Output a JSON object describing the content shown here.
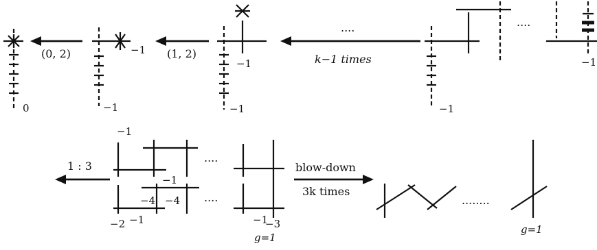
{
  "labels": {
    "stage1_bottom": "0",
    "arrow1": "(0, 2)",
    "stage2_right": "−1",
    "stage2_bottom": "−1",
    "arrow2": "(1, 2)",
    "stage3_right": "−1",
    "stage3_bottom": "−1",
    "dots_top": "....",
    "arrow3": "k−1 times",
    "stage4_bottom": "−1",
    "dots_stage4": "....",
    "stage4_right": "−1",
    "arrow4": "1 : 3",
    "grid_top": "−1",
    "grid_dots_top": "....",
    "grid_mid": "−1",
    "grid_m4a": "−4",
    "grid_m4b": "−4",
    "grid_dots_bottom": "....",
    "grid_m2": "−2",
    "grid_m1_bl": "−1",
    "grid_m1_br": "−1",
    "grid_m3": "−3",
    "grid_g": "g=1",
    "arrow5_top": "blow-down",
    "arrow5_bottom": "3k times",
    "zigzag_dots": "........",
    "zigzag_g": "g=1"
  },
  "colors": {
    "ink": "#111111",
    "background": "#ffffff"
  }
}
